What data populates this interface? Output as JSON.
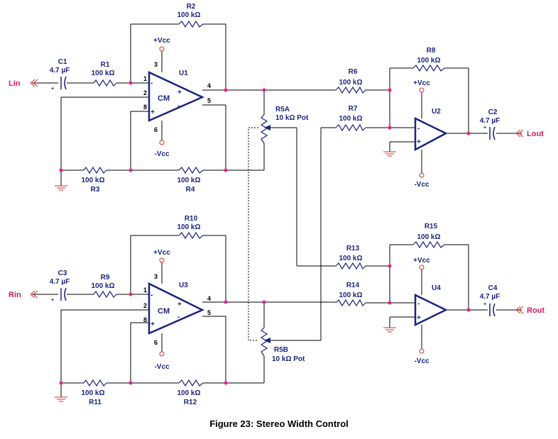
{
  "figure": {
    "caption": "Figure 23: Stereo Width Control"
  },
  "ports": {
    "lin": "Lin",
    "rin": "Rin",
    "lout": "Lout",
    "rout": "Rout"
  },
  "components": {
    "r1": {
      "ref": "R1",
      "value": "100 kΩ"
    },
    "r2": {
      "ref": "R2",
      "value": "100 kΩ"
    },
    "r3": {
      "ref": "R3",
      "value": "100 kΩ"
    },
    "r4": {
      "ref": "R4",
      "value": "100 kΩ"
    },
    "r6": {
      "ref": "R6",
      "value": "100 kΩ"
    },
    "r7": {
      "ref": "R7",
      "value": "100 kΩ"
    },
    "r8": {
      "ref": "R8",
      "value": "100 kΩ"
    },
    "r9": {
      "ref": "R9",
      "value": "100 kΩ"
    },
    "r10": {
      "ref": "R10",
      "value": "100 kΩ"
    },
    "r11": {
      "ref": "R11",
      "value": "100 kΩ"
    },
    "r12": {
      "ref": "R12",
      "value": "100 kΩ"
    },
    "r13": {
      "ref": "R13",
      "value": "100 kΩ"
    },
    "r14": {
      "ref": "R14",
      "value": "100 kΩ"
    },
    "r15": {
      "ref": "R15",
      "value": "100 kΩ"
    },
    "r5a": {
      "ref": "R5A",
      "value": "10 kΩ Pot"
    },
    "r5b": {
      "ref": "R5B",
      "value": "10 kΩ Pot"
    },
    "c1": {
      "ref": "C1",
      "value": "4.7 µF"
    },
    "c2": {
      "ref": "C2",
      "value": "4.7 µF"
    },
    "c3": {
      "ref": "C3",
      "value": "4.7 µF"
    },
    "c4": {
      "ref": "C4",
      "value": "4.7 µF"
    },
    "u1": {
      "ref": "U1",
      "mode": "CM"
    },
    "u2": {
      "ref": "U2"
    },
    "u3": {
      "ref": "U3",
      "mode": "CM"
    },
    "u4": {
      "ref": "U4"
    }
  },
  "supplies": {
    "pos": "+Vcc",
    "neg": "-Vcc"
  },
  "pins": {
    "p1": "1",
    "p2": "2",
    "p3": "3",
    "p4": "4",
    "p5": "5",
    "p6": "6",
    "p8": "8"
  },
  "signs": {
    "plus": "+",
    "minus": "-"
  }
}
